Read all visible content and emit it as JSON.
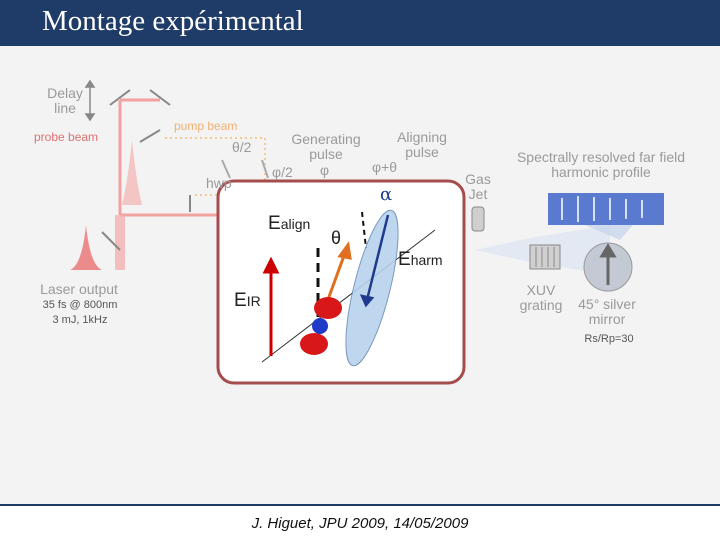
{
  "title": "Montage expérimental",
  "footer": "J. Higuet, JPU 2009, 14/05/2009",
  "labels": {
    "delay_line": "Delay line",
    "probe_beam": "probe beam",
    "pump_beam": "pump beam",
    "generating_pulse": "Generating pulse",
    "aligning_pulse": "Aligning pulse",
    "theta_half": "θ/2",
    "phi_half": "φ/2",
    "phi": "φ",
    "phi_plus_theta": "φ+θ",
    "hwp": "hwp",
    "laser_output": "Laser output",
    "laser_specs_1": "35 fs @ 800nm",
    "laser_specs_2": "3 mJ, 1kHz",
    "gas_jet": "Gas Jet",
    "spectrally_resolved": "Spectrally resolved far field harmonic profile",
    "xuv_grating": "XUV grating",
    "silver_mirror": "45° silver mirror",
    "reflectivity": "Rs/Rp=30"
  },
  "inset": {
    "alpha": "α",
    "e_align": "E",
    "e_align_sub": "align",
    "theta": "θ",
    "e_harm": "E",
    "e_harm_sub": "harm",
    "e_ir": "E",
    "e_ir_sub": "IR"
  },
  "colors": {
    "title_bar": "#1f3b68",
    "beam": "#f08080",
    "inset_border": "#b05050",
    "ir_arrow": "#cc0000",
    "align_arrow": "#e07020",
    "harm_ellipse": "#a8c8e8"
  }
}
